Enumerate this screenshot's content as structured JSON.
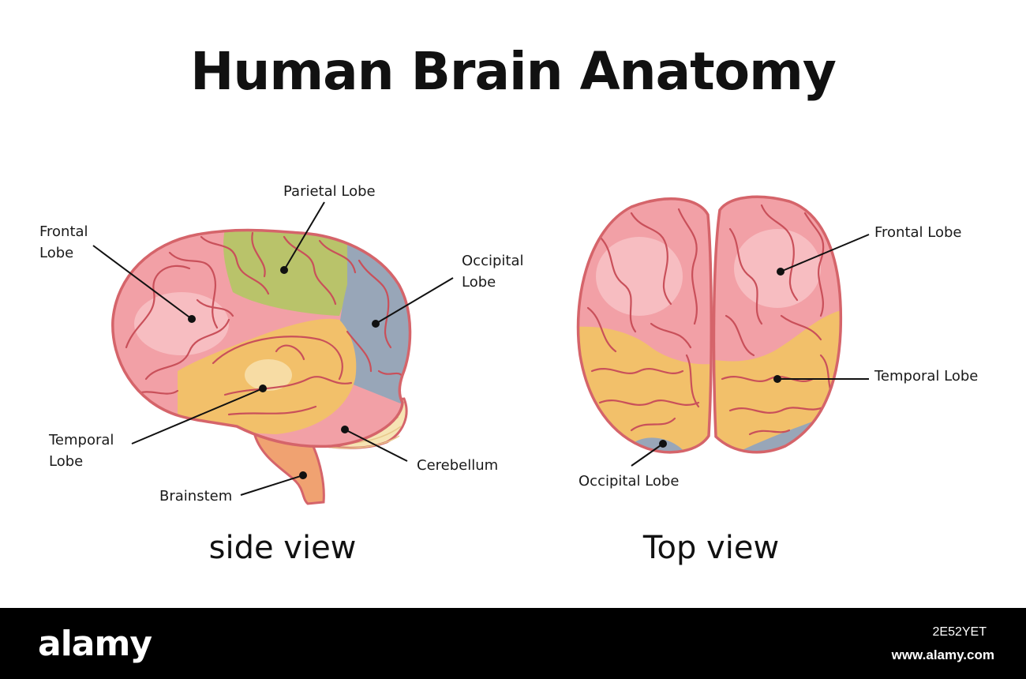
{
  "title": "Human Brain Anatomy",
  "side_view": {
    "caption": "side view",
    "labels": {
      "frontal_1": "Frontal",
      "frontal_2": "Lobe",
      "parietal": "Parietal Lobe",
      "occipital_1": "Occipital",
      "occipital_2": "Lobe",
      "temporal_1": "Temporal",
      "temporal_2": "Lobe",
      "cerebellum": "Cerebellum",
      "brainstem": "Brainstem"
    }
  },
  "top_view": {
    "caption": "Top view",
    "labels": {
      "frontal": "Frontal Lobe",
      "temporal": "Temporal Lobe",
      "occipital": "Occipital Lobe"
    }
  },
  "region_colors": {
    "frontal": "#f2a0a6",
    "parietal": "#b9c36a",
    "occipital": "#98a6b8",
    "temporal": "#f2c06a",
    "cerebellum": "#f6e4b4",
    "brainstem": "#f0a271",
    "outline": "#d5646a"
  },
  "footer": {
    "logo": "alamy",
    "image_id": "2E52YET",
    "url": "www.alamy.com"
  }
}
